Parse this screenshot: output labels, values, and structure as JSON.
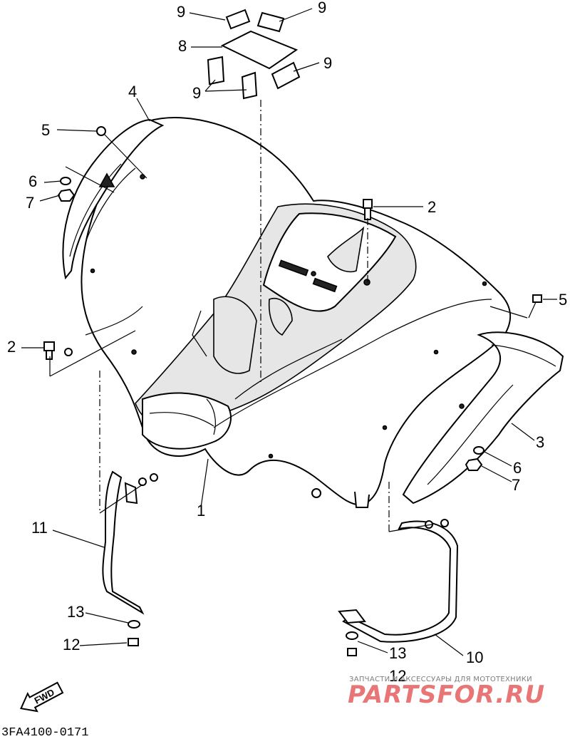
{
  "diagram": {
    "callouts": {
      "c1": "1",
      "c2_left": "2",
      "c2_right": "2",
      "c3": "3",
      "c4": "4",
      "c5_left": "5",
      "c5_right": "5",
      "c6_left": "6",
      "c6_right": "6",
      "c7_left": "7",
      "c7_right": "7",
      "c8": "8",
      "c9_a": "9",
      "c9_b": "9",
      "c9_c": "9",
      "c9_d": "9",
      "c10": "10",
      "c11": "11",
      "c12_left": "12",
      "c12_right": "12",
      "c13_left": "13",
      "c13_right": "13"
    },
    "fwd_label": "FWD",
    "diagram_code": "3FA4100-0171"
  },
  "watermark": {
    "tagline": "ЗАПЧАСТИ И АКСЕССУАРЫ ДЛЯ МОТОТЕХНИКИ",
    "brand": "PARTSFOR.RU",
    "color": "#e04848"
  }
}
